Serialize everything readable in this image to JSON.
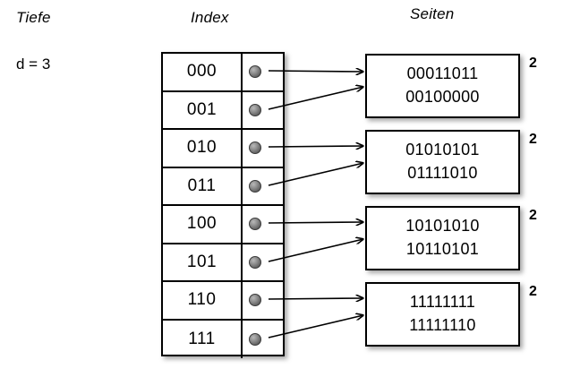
{
  "diagram": {
    "title_columns": {
      "depth": "Tiefe",
      "index": "Index",
      "pages": "Seiten"
    },
    "global_depth": "d = 3",
    "index_table": {
      "rows": [
        {
          "key": "000",
          "pointer": "pointer-dot",
          "target_page": 0
        },
        {
          "key": "001",
          "pointer": "pointer-dot",
          "target_page": 0
        },
        {
          "key": "010",
          "pointer": "pointer-dot",
          "target_page": 1
        },
        {
          "key": "011",
          "pointer": "pointer-dot",
          "target_page": 1
        },
        {
          "key": "100",
          "pointer": "pointer-dot",
          "target_page": 2
        },
        {
          "key": "101",
          "pointer": "pointer-dot",
          "target_page": 2
        },
        {
          "key": "110",
          "pointer": "pointer-dot",
          "target_page": 3
        },
        {
          "key": "111",
          "pointer": "pointer-dot",
          "target_page": 3
        }
      ]
    },
    "pages": [
      {
        "lines": [
          "00011011",
          "00100000"
        ],
        "local_depth": "2"
      },
      {
        "lines": [
          "01010101",
          "01111010"
        ],
        "local_depth": "2"
      },
      {
        "lines": [
          "10101010",
          "10110101"
        ],
        "local_depth": "2"
      },
      {
        "lines": [
          "11111111",
          "11111110"
        ],
        "local_depth": "2"
      }
    ],
    "colors": {
      "background": "#ffffff",
      "stroke": "#000000",
      "pointer_dot": "#6e6e6e"
    }
  }
}
